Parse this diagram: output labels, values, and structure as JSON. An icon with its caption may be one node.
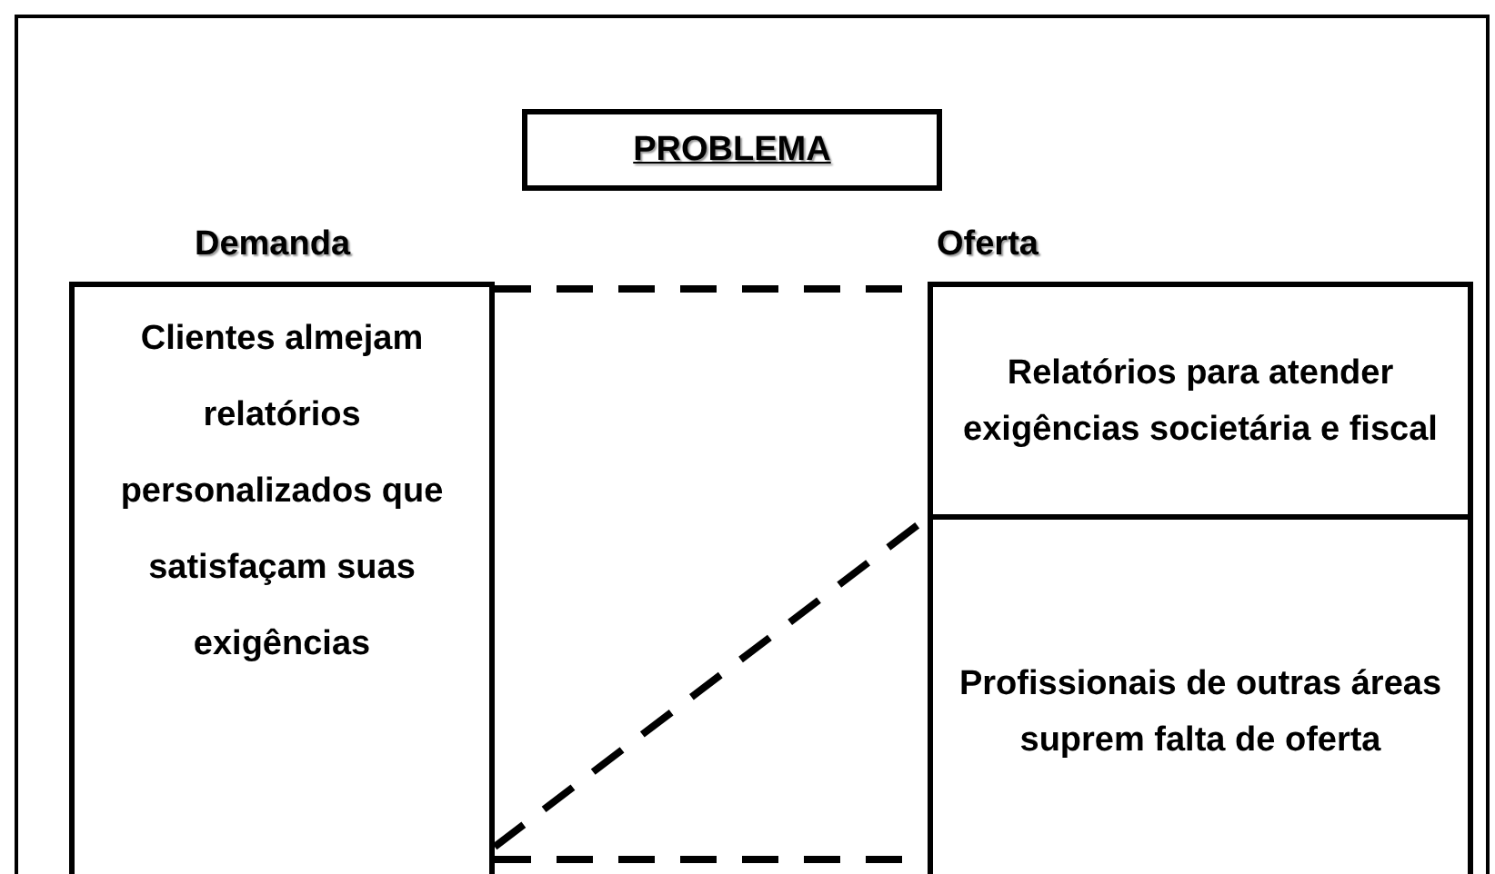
{
  "diagram": {
    "nodes": [
      {
        "text": [
          "PROBLEMA"
        ]
      },
      {
        "text": [
          "Demanda",
          "Clientes almejam relatórios personalizados que satisfaçam suas exigências"
        ]
      },
      {
        "text": [
          "Oferta"
        ]
      },
      {
        "text": [
          "Relatórios para atender exigências societária e fiscal"
        ],
        "in": 2
      },
      {
        "text": [
          "Profissionais de outras áreas suprem falta de oferta"
        ],
        "in": 2
      }
    ],
    "edges": [
      {
        "from": 1,
        "to": 3,
        "arrow": "none",
        "style": "dashed"
      },
      {
        "from": 1,
        "to": 3,
        "arrow": "none",
        "style": "dashed"
      },
      {
        "from": 1,
        "to": 4,
        "arrow": "none",
        "style": "dashed"
      }
    ]
  }
}
